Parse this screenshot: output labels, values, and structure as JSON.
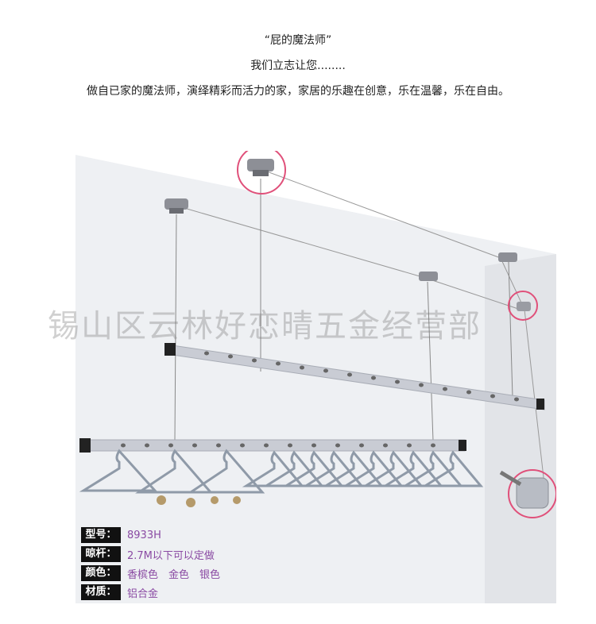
{
  "header": {
    "title": "“屁的魔法师”",
    "subtitle": "我们立志让您........",
    "slogan": "做自已家的魔法师，演绎精彩而活力的家，家居的乐趣在创意，乐在温馨，乐在自由。"
  },
  "watermark": "锡山区云林好恋晴五金经营部",
  "specs": [
    {
      "label": "型号：",
      "value": "8933H"
    },
    {
      "label": "晾杆：",
      "value": "2.7M以下可以定做"
    },
    {
      "label": "颜色：",
      "value": "香槟色　金色　银色"
    },
    {
      "label": "材质：",
      "value": "铝合金"
    }
  ],
  "colors": {
    "ring": "#e0507a",
    "spec_value": "#8a4aa3",
    "bar": "#c9ccd4",
    "hanger": "#8f9aa8"
  }
}
